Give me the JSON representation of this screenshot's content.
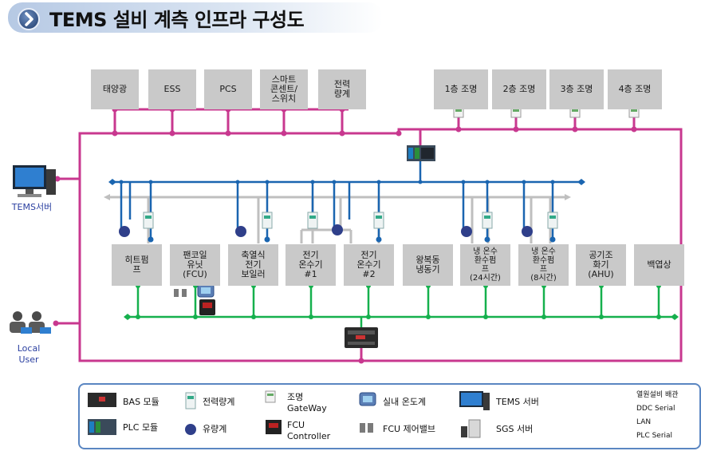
{
  "title": "TEMS 설비 계측 인프라 구성도",
  "top_devices": [
    "태양광",
    "ESS",
    "PCS",
    "스마트\n콘센트/\n스위치",
    "전력\n량계"
  ],
  "lighting": [
    "1층 조명",
    "2층 조명",
    "3층 조명",
    "4층 조명"
  ],
  "equipment": [
    "히트펌\n프",
    "팬코일\n유닛\n(FCU)",
    "축열식\n전기\n보일러",
    "전기\n온수기\n#1",
    "전기\n온수기\n#2",
    "왕복동\n냉동기",
    "냉 온수\n환수펌\n프\n(24시간)",
    "냉 온수\n환수펌\n프\n(8시간)",
    "공기조\n화기\n(AHU)",
    "백엽상"
  ],
  "server_label": "TEMS서버",
  "local_user_label": "Local\nUser",
  "legend": {
    "items": [
      {
        "icon": "bas-module-icon",
        "label": "BAS 모듈"
      },
      {
        "icon": "plc-module-icon",
        "label": "PLC 모듈"
      },
      {
        "icon": "power-meter-icon",
        "label": "전력량계"
      },
      {
        "icon": "flow-meter-icon",
        "label": "유량계"
      },
      {
        "icon": "lighting-gateway-icon",
        "label": "조명\nGateWay"
      },
      {
        "icon": "fcu-controller-icon",
        "label": "FCU\nController"
      },
      {
        "icon": "thermometer-icon",
        "label": "실내 온도계"
      },
      {
        "icon": "fcu-valve-icon",
        "label": "FCU 제어밸브"
      },
      {
        "icon": "tems-server-icon",
        "label": "TEMS 서버"
      },
      {
        "icon": "sgs-server-icon",
        "label": "SGS 서버"
      }
    ],
    "lines": [
      {
        "label": "열원설비 배관",
        "color": "#bfbfbf"
      },
      {
        "label": "DDC Serial",
        "color": "#15b04d"
      },
      {
        "label": "LAN",
        "color": "#c8388f"
      },
      {
        "label": "PLC Serial",
        "color": "#1a65b0"
      }
    ]
  },
  "colors": {
    "lan": "#c8388f",
    "plc": "#1a65b0",
    "ddc": "#15b04d",
    "pipe": "#bfbfbf",
    "box": "#c9c9c9"
  }
}
